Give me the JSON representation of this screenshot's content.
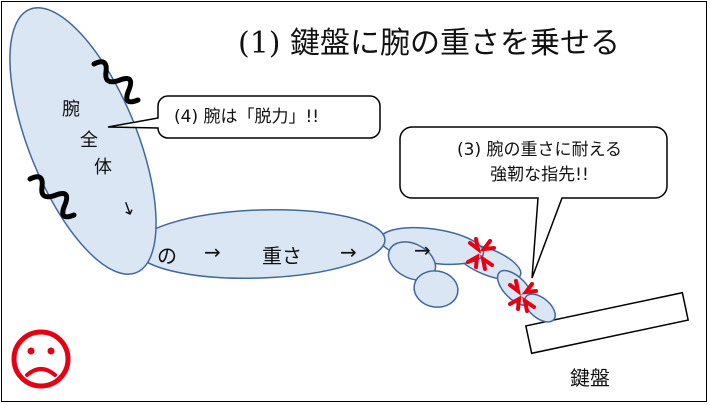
{
  "title": {
    "number": "(1)",
    "text": "鍵盤に腕の重さを乗せる"
  },
  "bubble_left": {
    "text": "(4) 腕は「脱力」!!"
  },
  "bubble_right": {
    "line1": "(3) 腕の重さに耐える",
    "line2": "強靭な指先!!"
  },
  "arm_text": {
    "chars": [
      "腕",
      "全",
      "体",
      "↓"
    ]
  },
  "flow": {
    "no": "の",
    "arrow1": "→",
    "omosa": "重さ",
    "arrow2": "→",
    "arrow3": "→"
  },
  "keyboard_label": "鍵盤",
  "colors": {
    "limb_fill": "#dbe6f4",
    "limb_stroke": "#41689a",
    "strain": "#e60012",
    "face": "#e60012"
  },
  "icons": [
    "wavy-line-icon",
    "anger-mark-icon",
    "sad-face-icon"
  ]
}
